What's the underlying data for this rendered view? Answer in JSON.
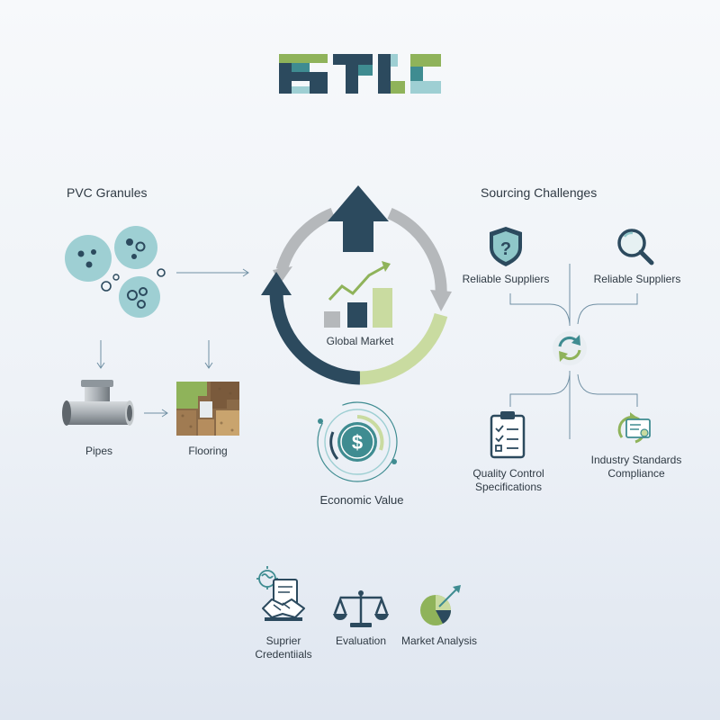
{
  "logo": {
    "text": "BTLC"
  },
  "colors": {
    "navy": "#2c4a5e",
    "teal": "#3f8c91",
    "teal_light": "#9ecfd3",
    "green": "#8fb35a",
    "green_light": "#c9dba0",
    "gray": "#b5b8bb",
    "brown": "#8a6a48",
    "tan": "#c9a46e"
  },
  "left": {
    "title": "PVC Granules",
    "pipes_label": "Pipes",
    "flooring_label": "Flooring"
  },
  "center": {
    "cycle_label": "Global Market",
    "economic_label": "Economic Value"
  },
  "right": {
    "title": "Sourcing Challenges",
    "items": [
      {
        "label": "Reliable Suppliers",
        "icon": "shield-question-icon"
      },
      {
        "label": "Reliable Suppliers",
        "icon": "magnifier-icon"
      },
      {
        "label": "Quality Control\nSpecifications",
        "icon": "clipboard-checklist-icon"
      },
      {
        "label": "Industry Standards\nCompliance",
        "icon": "certificate-icon"
      }
    ]
  },
  "bottom": {
    "items": [
      {
        "label": "Suprier\nCredentiials",
        "icon": "handshake-document-icon"
      },
      {
        "label": "Evaluation",
        "icon": "scales-icon"
      },
      {
        "label": "Market Analysis",
        "icon": "pie-chart-icon"
      }
    ]
  }
}
